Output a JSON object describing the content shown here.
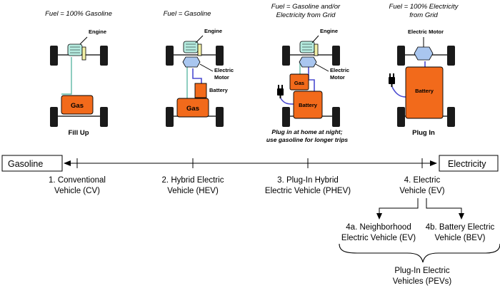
{
  "vehicles": [
    {
      "fuel_lines": [
        "Fuel = 100% Gasoline"
      ],
      "labels": {
        "engine": "Engine",
        "gas": "Gas"
      },
      "caption": "Fill Up"
    },
    {
      "fuel_lines": [
        "Fuel = Gasoline"
      ],
      "labels": {
        "engine": "Engine",
        "motor_line1": "Electric",
        "motor_line2": "Motor",
        "battery": "Battery",
        "gas": "Gas"
      }
    },
    {
      "fuel_lines": [
        "Fuel = Gasoline and/or",
        "Electricity from Grid"
      ],
      "labels": {
        "engine": "Engine",
        "motor_line1": "Electric",
        "motor_line2": "Motor",
        "gas": "Gas",
        "battery": "Battery"
      },
      "note_lines": [
        "Plug in at home at night;",
        "use gasoline for longer trips"
      ]
    },
    {
      "fuel_lines": [
        "Fuel = 100% Electricity",
        "from Grid"
      ],
      "labels": {
        "motor": "Electric Motor",
        "battery": "Battery"
      },
      "caption": "Plug In"
    }
  ],
  "spectrum": {
    "left_label": "Gasoline",
    "right_label": "Electricity"
  },
  "categories": [
    {
      "line1": "1. Conventional",
      "line2": "Vehicle (CV)"
    },
    {
      "line1": "2. Hybrid Electric",
      "line2": "Vehicle (HEV)"
    },
    {
      "line1": "3. Plug-In Hybrid",
      "line2": "Electric Vehicle (PHEV)"
    },
    {
      "line1": "4. Electric",
      "line2": "Vehicle (EV)"
    }
  ],
  "subcategories": [
    {
      "line1": "4a. Neighborhood",
      "line2": "Electric Vehicle (EV)"
    },
    {
      "line1": "4b. Battery Electric",
      "line2": "Vehicle (BEV)"
    }
  ],
  "group": {
    "line1": "Plug-In Electric",
    "line2": "Vehicles (PEVs)"
  }
}
